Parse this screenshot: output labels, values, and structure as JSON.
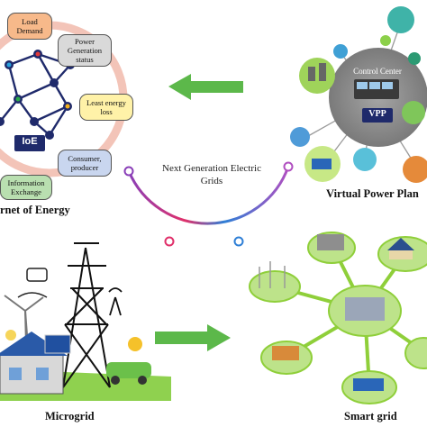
{
  "center": {
    "title": "Next Generation Electric Grids"
  },
  "internet_of_energy": {
    "label": "rnet of Energy",
    "hub": "IoE",
    "items": [
      "Load Demand",
      "Power Generation status",
      "Least energy loss",
      "Consumer, producer",
      "Information Exchange"
    ]
  },
  "virtual_power_plant": {
    "label": "Virtual Power Plan",
    "control_center": "Control Center",
    "vpp": "VPP"
  },
  "microgrid": {
    "label": "Microgrid"
  },
  "smart_grid": {
    "label": "Smart grid"
  },
  "colors": {
    "arrow_green": "#5cb84a",
    "ioe_ring": "#f3c4b8",
    "box_orange": "#f7b98a",
    "box_gray": "#d9d9d9",
    "box_yellow": "#fff2a8",
    "box_blue": "#c9d6ef",
    "box_green": "#b9dfb0",
    "network_navy": "#1f2a6b",
    "vpp_gray": "#8e8e8e",
    "smart_green": "#8fcf3a"
  }
}
